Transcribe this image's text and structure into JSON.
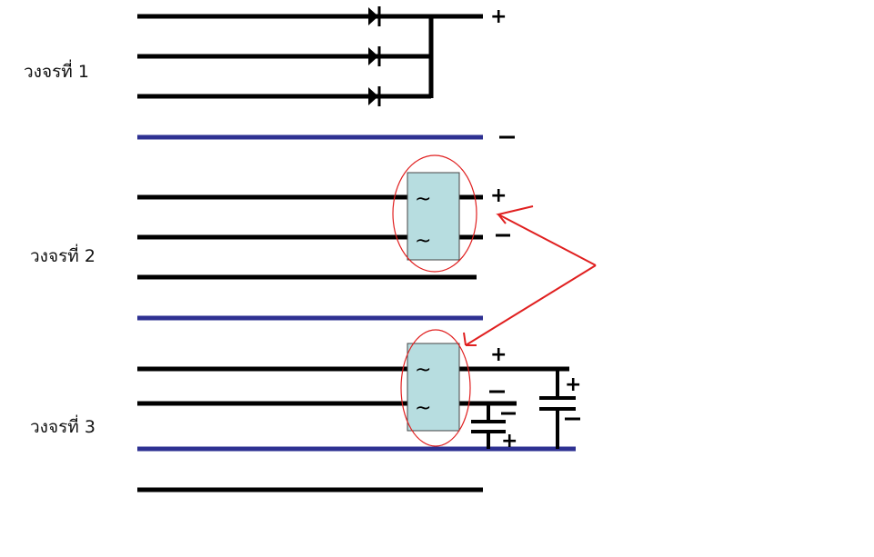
{
  "circuits": [
    {
      "label": "วงจรที่ 1"
    },
    {
      "label": "วงจรที่ 2"
    },
    {
      "label": "วงจรที่ 3"
    }
  ],
  "signs": {
    "plus": "+",
    "minus": "–"
  },
  "ac_symbol": "~",
  "colors": {
    "wire": "#000000",
    "ground_rail": "#2e3192",
    "rectifier_box": "#b7dde0",
    "highlight": "#e02020"
  }
}
